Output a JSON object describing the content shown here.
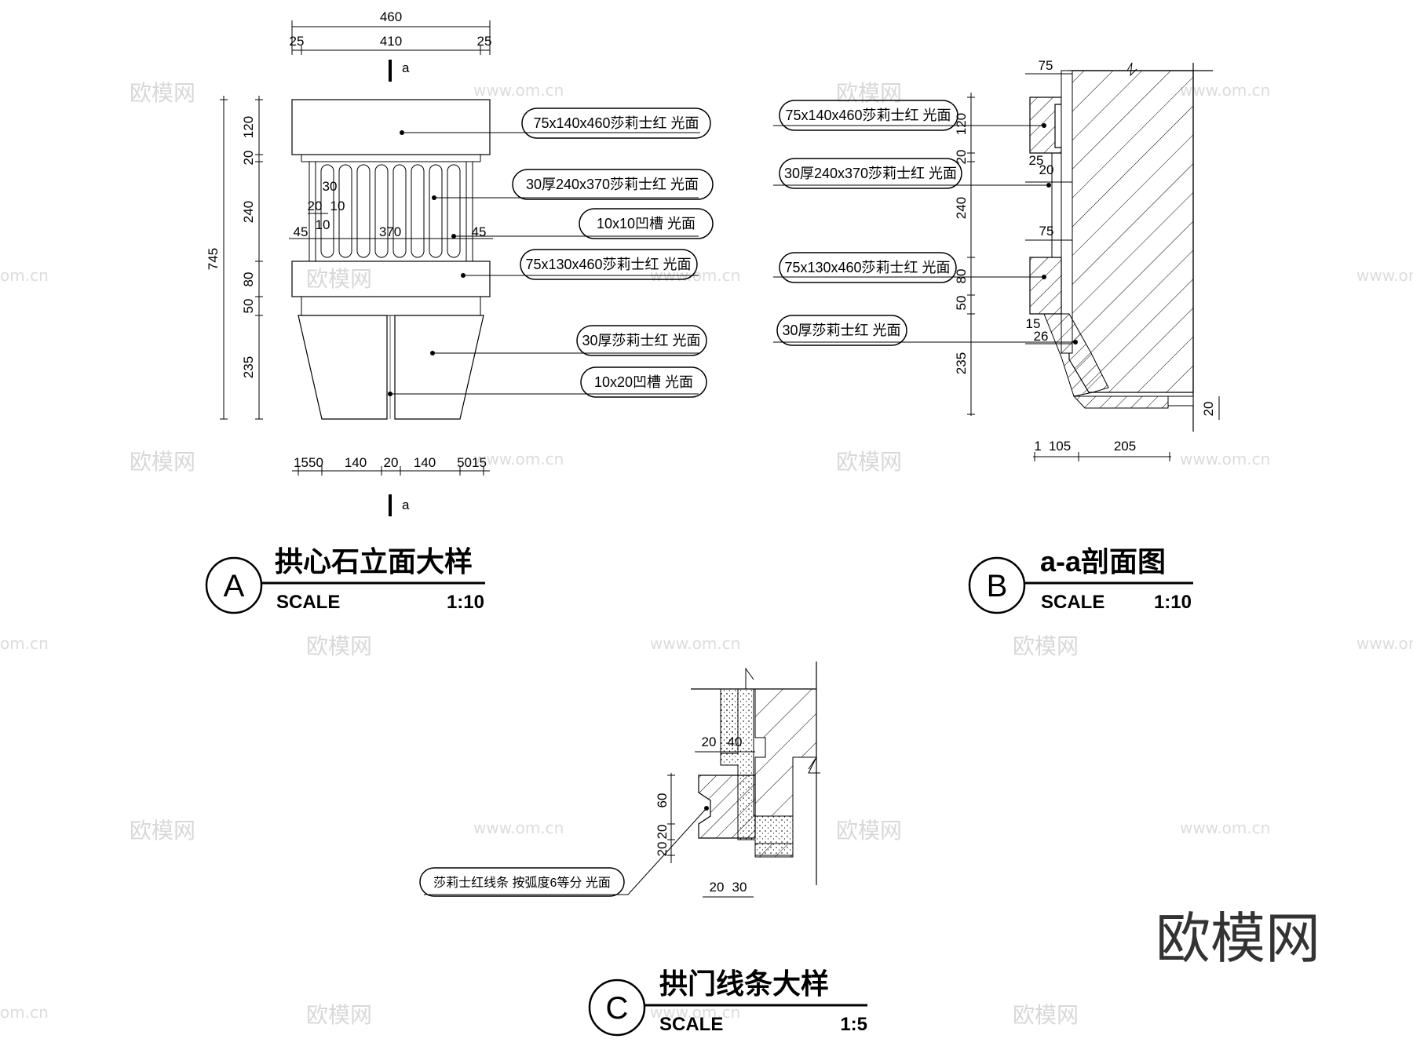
{
  "watermark": {
    "mark": "欧模网",
    "url": "www.om.cn",
    "url_partial": "om.cn",
    "brand": "欧模网"
  },
  "detail_a": {
    "circle_label": "A",
    "title": "拱心石立面大样",
    "scale_word": "SCALE",
    "scale": "1:10",
    "section_mark": "a",
    "dims_top": [
      "460",
      "25",
      "410",
      "25"
    ],
    "dims_left": [
      "120",
      "20",
      "240",
      "80",
      "50",
      "235"
    ],
    "dim_total": "745",
    "dims_inner": [
      "30",
      "20",
      "10",
      "10",
      "45",
      "370",
      "45"
    ],
    "dims_bottom": [
      "1550",
      "140",
      "20",
      "140",
      "5015"
    ],
    "callouts": [
      "75x140x460莎莉士红  光面",
      "30厚240x370莎莉士红  光面",
      "10x10凹槽  光面",
      "75x130x460莎莉士红  光面",
      "30厚莎莉士红  光面",
      "10x20凹槽  光面"
    ]
  },
  "detail_b": {
    "circle_label": "B",
    "title": "a-a剖面图",
    "scale_word": "SCALE",
    "scale": "1:10",
    "dims_left": [
      "120",
      "20",
      "240",
      "80",
      "50",
      "235"
    ],
    "dims_small": [
      "75",
      "25",
      "20",
      "75",
      "15",
      "26",
      "20"
    ],
    "dims_bottom": [
      "1",
      "105",
      "205"
    ],
    "callouts": [
      "75x140x460莎莉士红  光面",
      "30厚240x370莎莉士红  光面",
      "75x130x460莎莉士红  光面",
      "30厚莎莉士红  光面"
    ]
  },
  "detail_c": {
    "circle_label": "C",
    "title": "拱门线条大样",
    "scale_word": "SCALE",
    "scale": "1:5",
    "dims_top": [
      "20",
      "40"
    ],
    "dims_left": [
      "60",
      "20",
      "20"
    ],
    "dims_bottom": [
      "20",
      "30"
    ],
    "callout": "莎莉士红线条  按弧度6等分  光面"
  }
}
